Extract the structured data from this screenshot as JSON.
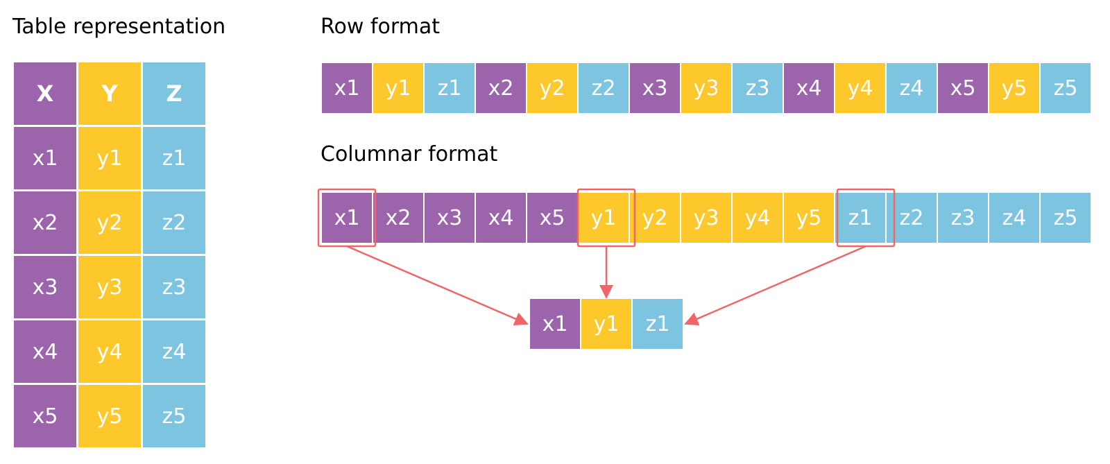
{
  "headings": {
    "table": "Table representation",
    "row": "Row format",
    "columnar": "Columnar format"
  },
  "colors": {
    "x": "#9b64ab",
    "y": "#fcc82c",
    "z": "#7cc4df",
    "highlight": "#f06666"
  },
  "table": {
    "columns": [
      "X",
      "Y",
      "Z"
    ],
    "rows": [
      [
        "x1",
        "y1",
        "z1"
      ],
      [
        "x2",
        "y2",
        "z2"
      ],
      [
        "x3",
        "y3",
        "z3"
      ],
      [
        "x4",
        "y4",
        "z4"
      ],
      [
        "x5",
        "y5",
        "z5"
      ]
    ]
  },
  "row_format": [
    "x1",
    "y1",
    "z1",
    "x2",
    "y2",
    "z2",
    "x3",
    "y3",
    "z3",
    "x4",
    "y4",
    "z4",
    "x5",
    "y5",
    "z5"
  ],
  "columnar_format": [
    "x1",
    "x2",
    "x3",
    "x4",
    "x5",
    "y1",
    "y2",
    "y3",
    "y4",
    "y5",
    "z1",
    "z2",
    "z3",
    "z4",
    "z5"
  ],
  "highlighted": [
    "x1",
    "y1",
    "z1"
  ],
  "result": [
    "x1",
    "y1",
    "z1"
  ]
}
